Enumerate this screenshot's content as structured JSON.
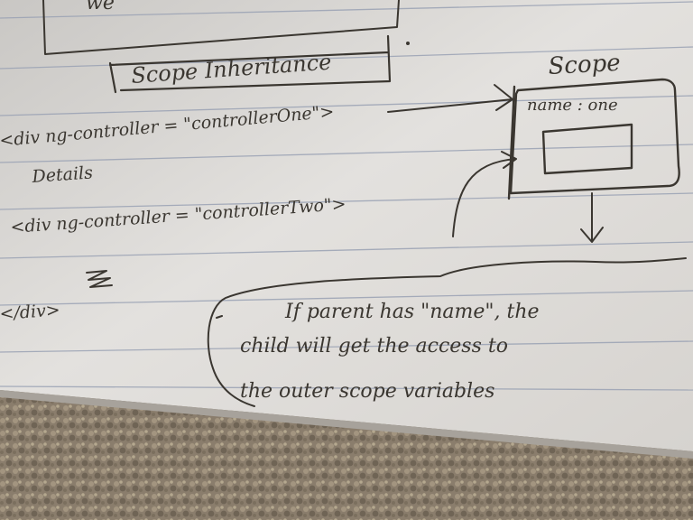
{
  "notes": {
    "top_fragment": "we",
    "heading": "Scope Inheritance",
    "line_controller_one": "<div ng-controller = \"controllerOne\">",
    "line_details": "Details",
    "line_controller_two": "<div ng-controller = \"controllerTwo\">",
    "line_close": "</div>",
    "scope_label": "Scope",
    "scope_property": "name : one",
    "explanation_line_1": "If parent has \"name\", the",
    "explanation_line_2": "child will get the access to",
    "explanation_line_3": "the outer scope variables"
  },
  "colors": {
    "ink": "#3a3630",
    "paper": "#e6e4e1",
    "rule_line": "#9aa2b4",
    "carpet": "#8a7d6c"
  }
}
